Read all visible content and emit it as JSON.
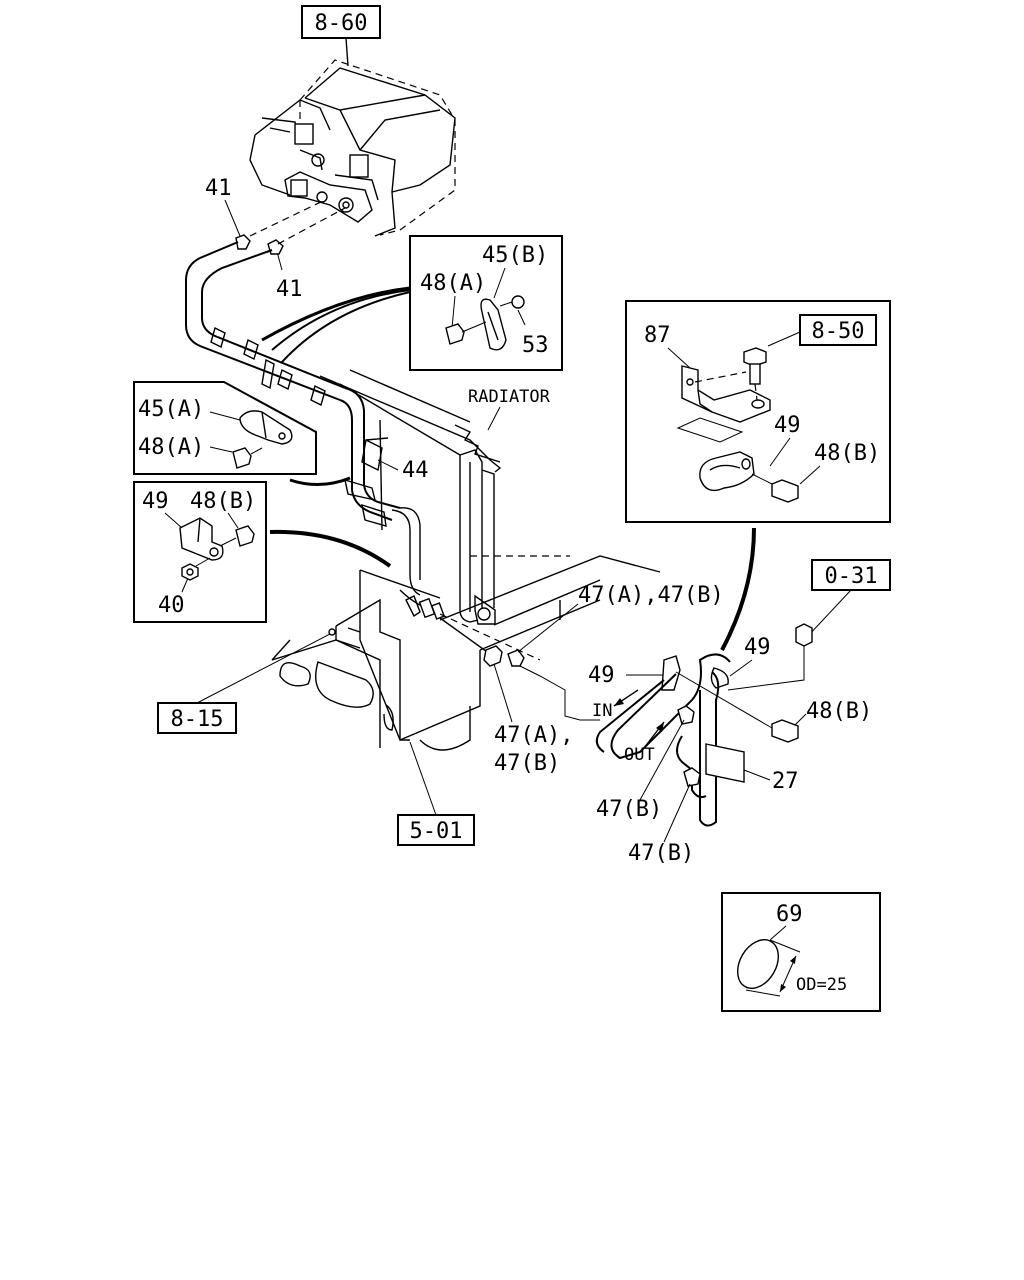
{
  "diagram": {
    "labels": {
      "ref_8_60": "8-60",
      "ref_8_50": "8-50",
      "ref_0_31": "0-31",
      "ref_8_15": "8-15",
      "ref_5_01": "5-01",
      "p41_top": "41",
      "p41_bottom": "41",
      "p45b": "45(B)",
      "p48a_inset_top": "48(A)",
      "p53": "53",
      "p45a": "45(A)",
      "p48a_left": "48(A)",
      "p44": "44",
      "p49_left": "49",
      "p48b_left": "48(B)",
      "p40": "40",
      "radiator": "RADIATOR",
      "p87": "87",
      "p49_right_inset": "49",
      "p48b_right_inset": "48(B)",
      "p47ab_top": "47(A),47(B)",
      "p49_mid_a": "49",
      "p49_mid_b": "49",
      "p48b_mid": "48(B)",
      "p47ab_bottom_1": "47(A),",
      "p47ab_bottom_2": "47(B)",
      "in": "IN",
      "out": "OUT",
      "p27": "27",
      "p47b_a": "47(B)",
      "p47b_b": "47(B)",
      "p69": "69",
      "od": "OD=25"
    }
  }
}
